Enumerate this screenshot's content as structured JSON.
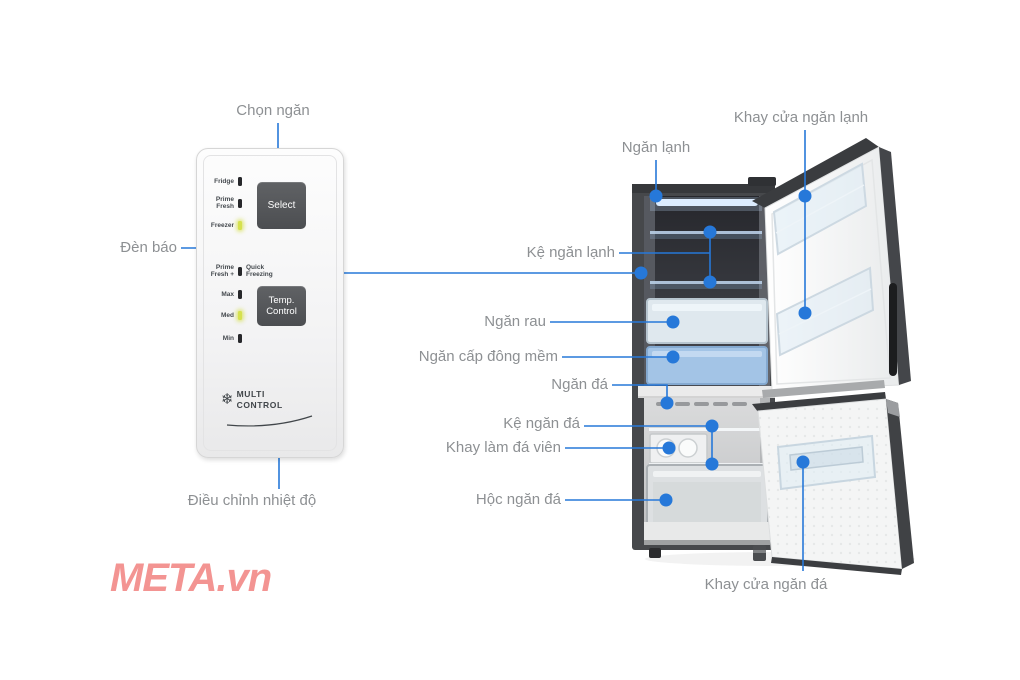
{
  "watermark": {
    "text": "META.vn"
  },
  "control_panel": {
    "indicators_top": [
      {
        "label": "Fridge",
        "lit": false
      },
      {
        "label": "Prime Fresh",
        "lit": false
      },
      {
        "label": "Freezer",
        "lit": true
      }
    ],
    "indicators_bottom": [
      {
        "label": "Prime Fresh +",
        "right_label": "Quick Freezing",
        "lit": false
      },
      {
        "label": "Max",
        "lit": false
      },
      {
        "label": "Med",
        "lit": true
      },
      {
        "label": "Min",
        "lit": false
      }
    ],
    "select_button": "Select",
    "temp_control_button": "Temp. Control",
    "logo": {
      "icon": "snowflake-icon",
      "line1": "MULTI",
      "line2": "CONTROL"
    }
  },
  "callouts": {
    "chon_ngan": "Chọn ngăn",
    "den_bao": "Đèn báo",
    "dieu_chinh_nhiet_do": "Điều chỉnh nhiệt độ",
    "khay_cua_ngan_lanh": "Khay cửa ngăn lạnh",
    "ngan_lanh": "Ngăn lạnh",
    "ke_ngan_lanh": "Kệ ngăn lạnh",
    "ngan_rau": "Ngăn rau",
    "ngan_cap_dong_mem": "Ngăn cấp đông mềm",
    "ngan_da": "Ngăn đá",
    "ke_ngan_da": "Kệ ngăn đá",
    "khay_lam_da_vien": "Khay làm đá viên",
    "hoc_ngan_da": "Hộc ngăn đá",
    "khay_cua_ngan_da": "Khay cửa ngăn đá"
  },
  "colors": {
    "callout_blue": "#2678d9",
    "label_gray": "#8d9093",
    "watermark_red": "#f39492",
    "led_on_green": "#d6e14e",
    "button_dark": "#54565a"
  }
}
